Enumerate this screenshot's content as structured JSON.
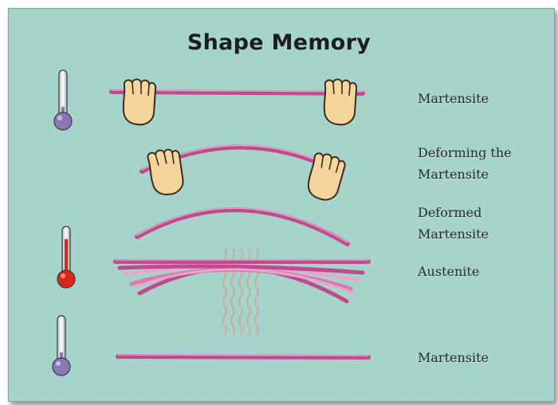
{
  "title": "Shape Memory",
  "stages": [
    {
      "label": "Martensite"
    },
    {
      "label": "Deforming the Martensite"
    },
    {
      "label": "Deformed Martensite"
    },
    {
      "label": "Austenite"
    },
    {
      "label": "Martensite"
    }
  ],
  "colors": {
    "background": "#a7d6cd",
    "wire": "#c04a8e",
    "wire_light": "#e7a6cc",
    "thermometer_cold": "#8a77b8",
    "thermometer_hot": "#d8261c",
    "hand": "#f6d59c",
    "heat": "#c9ad90"
  },
  "icons": [
    "thermometer-cold-icon",
    "thermometer-hot-icon",
    "hand-icon"
  ]
}
